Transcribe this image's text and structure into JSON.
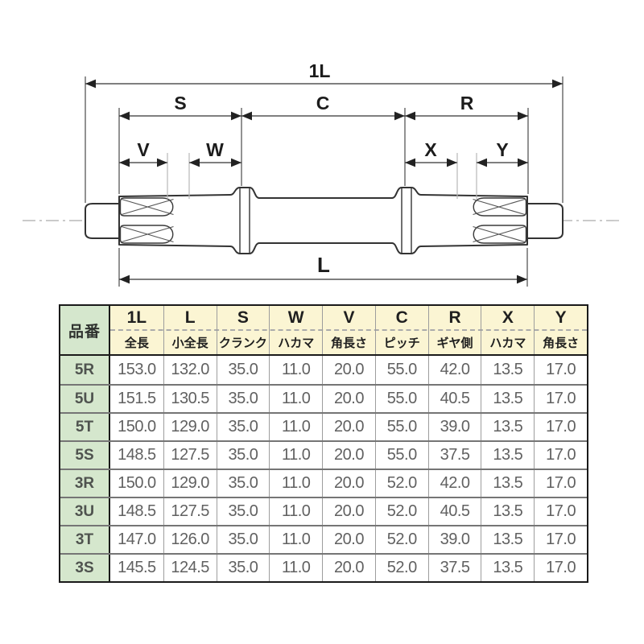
{
  "diagram": {
    "dim_labels": {
      "overall": "1L",
      "crank_side": "S",
      "center_pitch": "C",
      "gear_side": "R",
      "v": "V",
      "w": "W",
      "x": "X",
      "y": "Y",
      "body_length": "L"
    }
  },
  "table": {
    "corner_header": "品番",
    "columns": [
      {
        "symbol": "1L",
        "name": "全長"
      },
      {
        "symbol": "L",
        "name": "小全長"
      },
      {
        "symbol": "S",
        "name": "クランク"
      },
      {
        "symbol": "W",
        "name": "ハカマ"
      },
      {
        "symbol": "V",
        "name": "角長さ"
      },
      {
        "symbol": "C",
        "name": "ピッチ"
      },
      {
        "symbol": "R",
        "name": "ギヤ側"
      },
      {
        "symbol": "X",
        "name": "ハカマ"
      },
      {
        "symbol": "Y",
        "name": "角長さ"
      }
    ],
    "rows": [
      {
        "code": "5R",
        "values": [
          "153.0",
          "132.0",
          "35.0",
          "11.0",
          "20.0",
          "55.0",
          "42.0",
          "13.5",
          "17.0"
        ]
      },
      {
        "code": "5U",
        "values": [
          "151.5",
          "130.5",
          "35.0",
          "11.0",
          "20.0",
          "55.0",
          "40.5",
          "13.5",
          "17.0"
        ]
      },
      {
        "code": "5T",
        "values": [
          "150.0",
          "129.0",
          "35.0",
          "11.0",
          "20.0",
          "55.0",
          "39.0",
          "13.5",
          "17.0"
        ]
      },
      {
        "code": "5S",
        "values": [
          "148.5",
          "127.5",
          "35.0",
          "11.0",
          "20.0",
          "55.0",
          "37.5",
          "13.5",
          "17.0"
        ]
      },
      {
        "code": "3R",
        "values": [
          "150.0",
          "129.0",
          "35.0",
          "11.0",
          "20.0",
          "52.0",
          "42.0",
          "13.5",
          "17.0"
        ]
      },
      {
        "code": "3U",
        "values": [
          "148.5",
          "127.5",
          "35.0",
          "11.0",
          "20.0",
          "52.0",
          "40.5",
          "13.5",
          "17.0"
        ]
      },
      {
        "code": "3T",
        "values": [
          "147.0",
          "126.0",
          "35.0",
          "11.0",
          "20.0",
          "52.0",
          "39.0",
          "13.5",
          "17.0"
        ]
      },
      {
        "code": "3S",
        "values": [
          "145.5",
          "124.5",
          "35.0",
          "11.0",
          "20.0",
          "52.0",
          "37.5",
          "13.5",
          "17.0"
        ]
      }
    ]
  },
  "colors": {
    "header_bg": "#FBF5D3",
    "code_col_bg": "#D5E7CD",
    "table_border": "#1a1a1a",
    "grid_line": "#9d9d9d",
    "value_text": "#616161",
    "outline": "#333333",
    "centerline": "#b8b8b8"
  }
}
